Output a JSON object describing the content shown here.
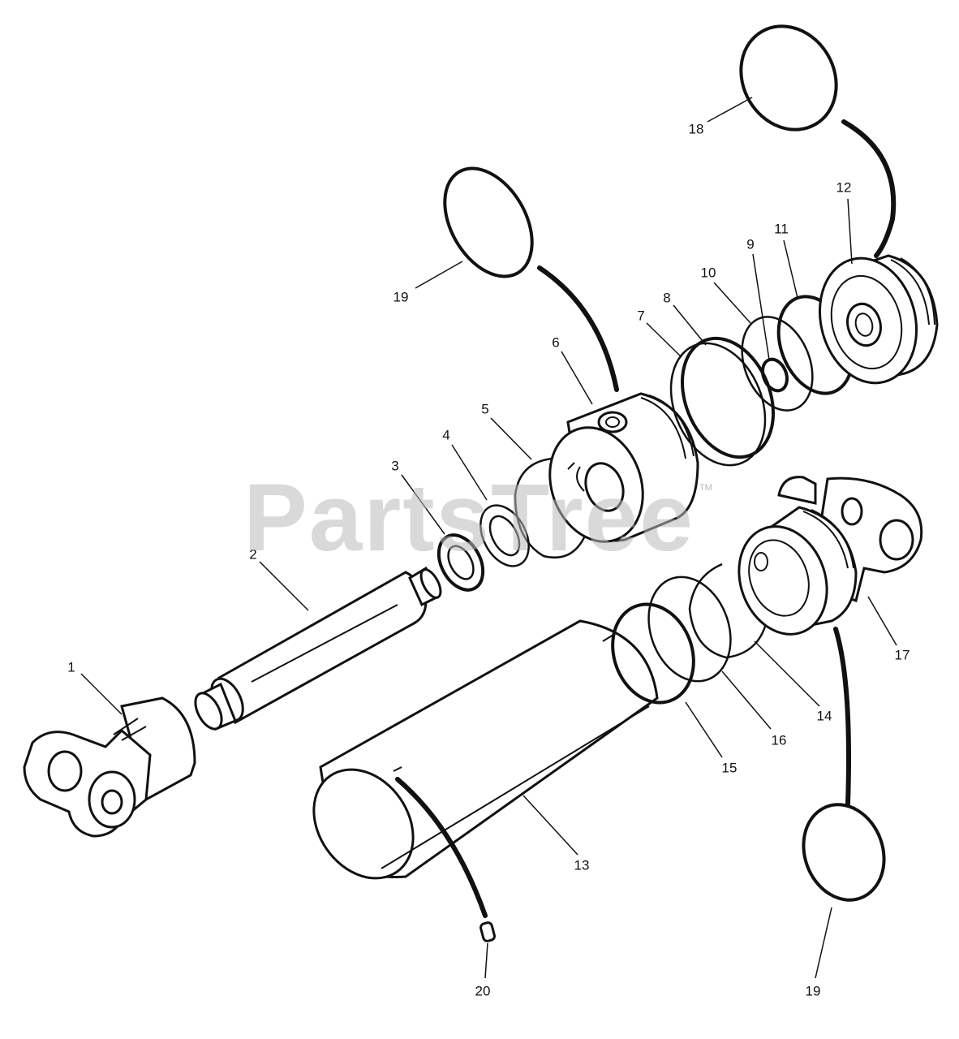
{
  "watermark": {
    "text": "PartsTree",
    "trademark": "TM"
  },
  "callouts": [
    {
      "id": "1",
      "label": "1"
    },
    {
      "id": "2",
      "label": "2"
    },
    {
      "id": "3",
      "label": "3"
    },
    {
      "id": "4",
      "label": "4"
    },
    {
      "id": "5",
      "label": "5"
    },
    {
      "id": "6",
      "label": "6"
    },
    {
      "id": "7",
      "label": "7"
    },
    {
      "id": "8",
      "label": "8"
    },
    {
      "id": "9",
      "label": "9"
    },
    {
      "id": "10",
      "label": "10"
    },
    {
      "id": "11",
      "label": "11"
    },
    {
      "id": "12",
      "label": "12"
    },
    {
      "id": "13",
      "label": "13"
    },
    {
      "id": "14",
      "label": "14"
    },
    {
      "id": "15",
      "label": "15"
    },
    {
      "id": "16",
      "label": "16"
    },
    {
      "id": "17",
      "label": "17"
    },
    {
      "id": "18",
      "label": "18"
    },
    {
      "id": "19a",
      "label": "19"
    },
    {
      "id": "19b",
      "label": "19"
    },
    {
      "id": "20",
      "label": "20"
    }
  ]
}
